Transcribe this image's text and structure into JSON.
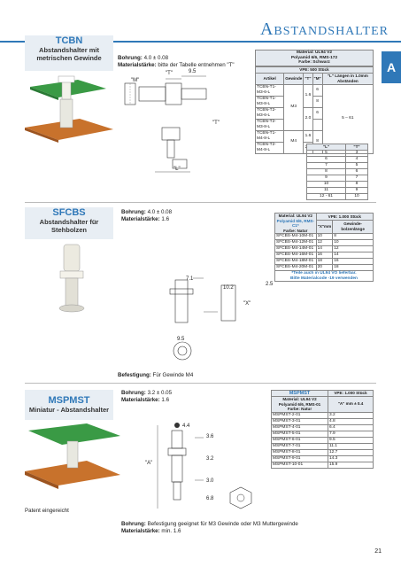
{
  "header": {
    "title": "Abstandshalter",
    "tab": "A"
  },
  "tcbn": {
    "name": "TCBN",
    "subtitle": "Abstandshalter mit metrischen Gewinde",
    "bohrung_label": "Bohrung:",
    "bohrung_value": "4.0 ± 0.08",
    "mat_label": "Materialstärke:",
    "mat_value": "bitte der Tabelle entnehmen \"T\"",
    "dims": {
      "t": "\"T\"",
      "d95": "9.5",
      "l": "\"L\"",
      "m": "\"M\"",
      "t2": "\"T\""
    },
    "table": {
      "material": "Material: UL94 V2",
      "poly": "Polyamid 6/6, RMS-172",
      "farbe": "Farbe: Schwarz",
      "vpe": "VPE: 500 Stück",
      "cols": [
        "Artikel",
        "Gewinde",
        "\"T\"",
        "\"M\"",
        "\"L\" Längen in 1.0mm Abständen"
      ],
      "rows": [
        [
          "TCBN-T1-M3-6-L",
          "",
          "1.6",
          "6",
          ""
        ],
        [
          "TCBN-T1-M3-8-L",
          "M3",
          "",
          "8",
          ""
        ],
        [
          "TCBN-T2-M3-6-L",
          "",
          "2.0",
          "6",
          "5 – 61"
        ],
        [
          "TCBN-T2-M3-8-L",
          "",
          "",
          "",
          ""
        ],
        [
          "TCBN-T1-M4-8-L",
          "M4",
          "1.6",
          "8",
          ""
        ],
        [
          "TCBN-T2-M4-8-L",
          "",
          "2.0",
          "",
          ""
        ]
      ],
      "gewinde_m3": "M3",
      "gewinde_m4": "M4",
      "l_range": "5 – 61"
    },
    "lt_table": {
      "cols": [
        "\"L\"",
        "\"T\""
      ],
      "rows": [
        [
          "5",
          "3"
        ],
        [
          "6",
          "4"
        ],
        [
          "7",
          "5"
        ],
        [
          "8",
          "6"
        ],
        [
          "9",
          "7"
        ],
        [
          "10",
          "8"
        ],
        [
          "11",
          "9"
        ],
        [
          "12 - 61",
          "10"
        ]
      ]
    }
  },
  "sfcbs": {
    "name": "SFCBS",
    "subtitle": "Abstandshalter für Stehbolzen",
    "bohrung_label": "Bohrung:",
    "bohrung_value": "4.0 ± 0.08",
    "mat_label": "Materialstärke:",
    "mat_value": "1.6",
    "dims": {
      "d71": "7.1",
      "d102": "10.2",
      "d25": "2.5",
      "x": "\"X\"",
      "d95": "9.5"
    },
    "befestigung_label": "Befestigung:",
    "befestigung_value": "Für Gewinde M4",
    "table": {
      "material": "Material: UL94 V2",
      "poly": "Polyamid 6/6, RMS-C1*",
      "farbe": "Farbe: Natur",
      "vpe": "VPE: 1.000 Stück",
      "col_x": "\"X\"mm",
      "col_g": "Gewinde-bolzenlänge",
      "rows": [
        [
          "SFCBS-M4-10M-01",
          "10",
          "8"
        ],
        [
          "SFCBS-M4-12M-01",
          "12",
          "10"
        ],
        [
          "SFCBS-M4-14M-01",
          "14",
          "12"
        ],
        [
          "SFCBS-M4-16M-01",
          "16",
          "14"
        ],
        [
          "SFCBS-M4-18M-01",
          "18",
          "16"
        ],
        [
          "SFCBS-M4-20M-01",
          "20",
          "18"
        ]
      ],
      "note1": "*Teile auch in UL94 VO lieferbar.",
      "note2": "Bitte Materialcode -19 verwenden"
    }
  },
  "mspmst": {
    "name": "MSPMST",
    "subtitle": "Miniatur - Abstandshalter",
    "patent": "Patent eingereicht",
    "bohrung_label": "Bohrung:",
    "bohrung_value": "3.2 ± 0.05",
    "mat_label": "Materialstärke:",
    "mat_value": "1.6",
    "dims": {
      "d44": "4.4",
      "d36": "3.6",
      "d32": "3.2",
      "d30": "3.0",
      "d68": "6.8",
      "a": "\"A\""
    },
    "befestigung_label": "Bohrung:",
    "befestigung_value": "Befestigung geeignet für M3 Gewinde oder M3 Muttergewinde",
    "mat2_label": "Materialstärke:",
    "mat2_value": "min. 1.6",
    "table": {
      "name": "MSPMST",
      "vpe": "VPE: 1.000 Stück",
      "material": "Material: UL94 V2",
      "poly": "Polyamid 6/6, RMS-01",
      "farbe": "Farbe: Natur",
      "col_a": "\"A\" mm ± 0.4",
      "rows": [
        [
          "MSPMST-2-01",
          "3.2"
        ],
        [
          "MSPMST-3-01",
          "4.8"
        ],
        [
          "MSPMST-4-01",
          "6.4"
        ],
        [
          "MSPMST-5-01",
          "7.9"
        ],
        [
          "MSPMST-6-01",
          "9.5"
        ],
        [
          "MSPMST-7-01",
          "11.1"
        ],
        [
          "MSPMST-8-01",
          "12.7"
        ],
        [
          "MSPMST-9-01",
          "14.3"
        ],
        [
          "MSPMST-10-01",
          "15.9"
        ]
      ]
    }
  },
  "page_number": "21"
}
